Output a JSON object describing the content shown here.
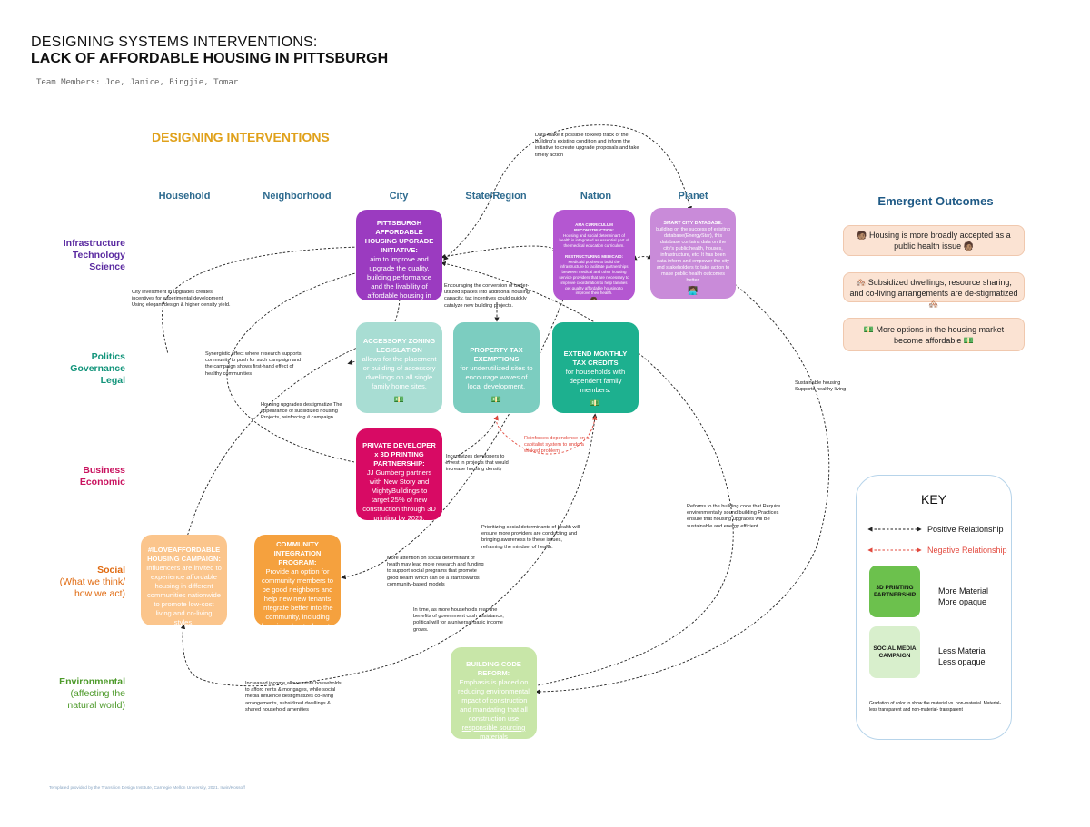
{
  "title": {
    "line1": "DESIGNING SYSTEMS INTERVENTIONS:",
    "line2": "LACK OF AFFORDABLE HOUSING IN PITTSBURGH"
  },
  "team": "Team Members: Joe, Janice, Bingjie, Tomar",
  "section_title": "DESIGNING INTERVENTIONS",
  "columns": [
    "Household",
    "Neighborhood",
    "City",
    "State/Region",
    "Nation",
    "Planet"
  ],
  "rows": {
    "infrastructure": [
      "Infrastructure",
      "Technology",
      "Science"
    ],
    "politics": [
      "Politics",
      "Governance",
      "Legal"
    ],
    "business": [
      "Business",
      "Economic"
    ],
    "social": [
      "Social",
      "(What we think/",
      "how we act)"
    ],
    "environmental": [
      "Environmental",
      "(affecting the",
      "natural world)"
    ]
  },
  "cards": {
    "pittsburgh": {
      "head": "PITTSBURGH AFFORDABLE HOUSING UPGRADE INITIATIVE:",
      "body": "aim to improve and upgrade the quality, building performance and the livability of affordable housing in Pittsburgh",
      "icon": "👩🏽‍🔧"
    },
    "ama": {
      "head": "AMA CURRICULUM RECONSTRUCTION:",
      "body": "Housing and social determinant of health is integrated as essential part of the medical education curriculum.",
      "head2": "RESTRUCTURING MEDICAID:",
      "body2": "Medicaid pushes to build the infrastructure to facilitate partnerships between medical and other housing service providers that are necessary to improve coordination to help families get quality affordable housing to improve their health.",
      "icon": "👩🏽‍⚕️"
    },
    "smartcity": {
      "head": "SMART CITY DATABASE:",
      "body": "building on the success of existing database(EnergyStar), this database contains data on the city's public health, houses, infrastructure, etc. It has been data inform and empower the city and stakeholders to take action to make public health outcomes better.",
      "icon": "👩🏽‍💻"
    },
    "zoning": {
      "head": "ACCESSORY ZONING LEGISLATION",
      "body": "allows for the placement or building of accessory dwellings on all single family home sites.",
      "icon": "💵"
    },
    "property": {
      "head": "PROPERTY TAX EXEMPTIONS",
      "body": "for underutilized sites to encourage waves of local development.",
      "icon": "💵"
    },
    "extend": {
      "head": "EXTEND MONTHLY TAX CREDITS",
      "body": "for households with dependent family members.",
      "icon": "💵"
    },
    "private": {
      "head": "PRIVATE DEVELOPER x 3D PRINTING PARTNERSHIP:",
      "body": "JJ Gumberg partners with New Story and MightyBuildings to target 25% of new construction through 3D printing by 2025.",
      "icon": "💵"
    },
    "iloveaffordable": {
      "head": "#ILOVEAFFORDABLE HOUSING CAMPAIGN:",
      "body": "Influencers are invited to experience affordable housing in different communities nationwide to promote low-cost living and co-living styles.",
      "icon": "👩🏽‍🎤"
    },
    "community": {
      "head": "COMMUNITY INTEGRATION PROGRAM:",
      "body": "Provide an option for community members to be good neighbors and help new new tenants integrate better into the community, including learning about where to get stable jobs, etc.",
      "icon": "🧑🏽 👩🏽‍🦱"
    },
    "buildingcode": {
      "head": "BUILDING CODE REFORM:",
      "body": "Emphasis is placed on reducing environmental impact of construction and mandating that all construction use",
      "link": "responsible sourcing",
      "body_end": "materials",
      "icon": "👩🏽‍🔧"
    }
  },
  "notes": {
    "n1": "Data make it possible to keep track of the building's existing condition and inform the initiative to create upgrade proposals and take timely action",
    "n2": "City investment in upgrades creates incentives for experimental development Using elegant design & higher density yield.",
    "n3": "Encouraging the conversion of under-utilized spaces into additional housing capacity, tax incentives could quickly catalyze new building projects.",
    "n4": "Synergistic effect where research supports community to push for such campaign and the campaign shows first-hand effect of healthy communities",
    "n5": "Housing upgrades destigmatize The appearance of subsidized housing Projects, reinforcing # campaign.",
    "n6": "Reinforces dependence on a capitalist system to undo a wicked problem",
    "n7": "Incentivizes developers to invest in projects that would increase housing density",
    "n8": "Sustainable housing Supports healthy living",
    "n9": "Reforms to the building code that Require environmentally sound building Practices ensure that housing upgrades will Be sustainable and energy efficient.",
    "n10": "Prioritizing social determinants of health will ensure more providers are conducting and bringing awareness to these issues, reframing the mindset of health.",
    "n11": "More attention on social determinant of heath may lead more research and funding to support social programs that promote good health which can be a start towards community-based models",
    "n12": "In time, as more households reap the benefits of government cash assistance, political will for a universal basic income grows.",
    "n13": "Increased income allows more households to afford rents & mortgages, while social media influence destigmatizes co-living arrangements, subsidized dwellings & shared household amenities"
  },
  "emergent": {
    "title": "Emergent Outcomes",
    "items": [
      "🧑🏽 Housing is more broadly accepted as a public health issue 🧑🏽",
      "🏘️ Subsidized dwellings, resource sharing, and co-living arrangements are de-stigmatized 🏘️",
      "💵 More options in the housing market become affordable 💵"
    ]
  },
  "key": {
    "title": "KEY",
    "positive": "Positive Relationship",
    "negative": "Negative Relationship",
    "swatch1": "3D PRINTING PARTNERSHIP",
    "swatch1_desc": [
      "More Material",
      "More opaque"
    ],
    "swatch2": "SOCIAL MEDIA CAMPAIGN",
    "swatch2_desc": [
      "Less Material",
      "Less opaque"
    ],
    "note": "Gradation of color to show the material vs. non-material. Material- less transparent and non-material- transparent"
  },
  "footer": "Templated provided by the Transition Design Institute, Carnegie Mellon University, 2021. Irwin/Kossoff",
  "colors": {
    "purple": "#9b3bc0",
    "purple_light": "#b457d1",
    "purple_lighter": "#c98bd9",
    "teal_light": "#a8ddd3",
    "teal_mid": "#7ccdc0",
    "teal_dark": "#1db08f",
    "magenta": "#d80a64",
    "orange_light": "#fbc58c",
    "orange": "#f5a13e",
    "green_light": "#c8e6a8",
    "negative": "#e2483d"
  }
}
